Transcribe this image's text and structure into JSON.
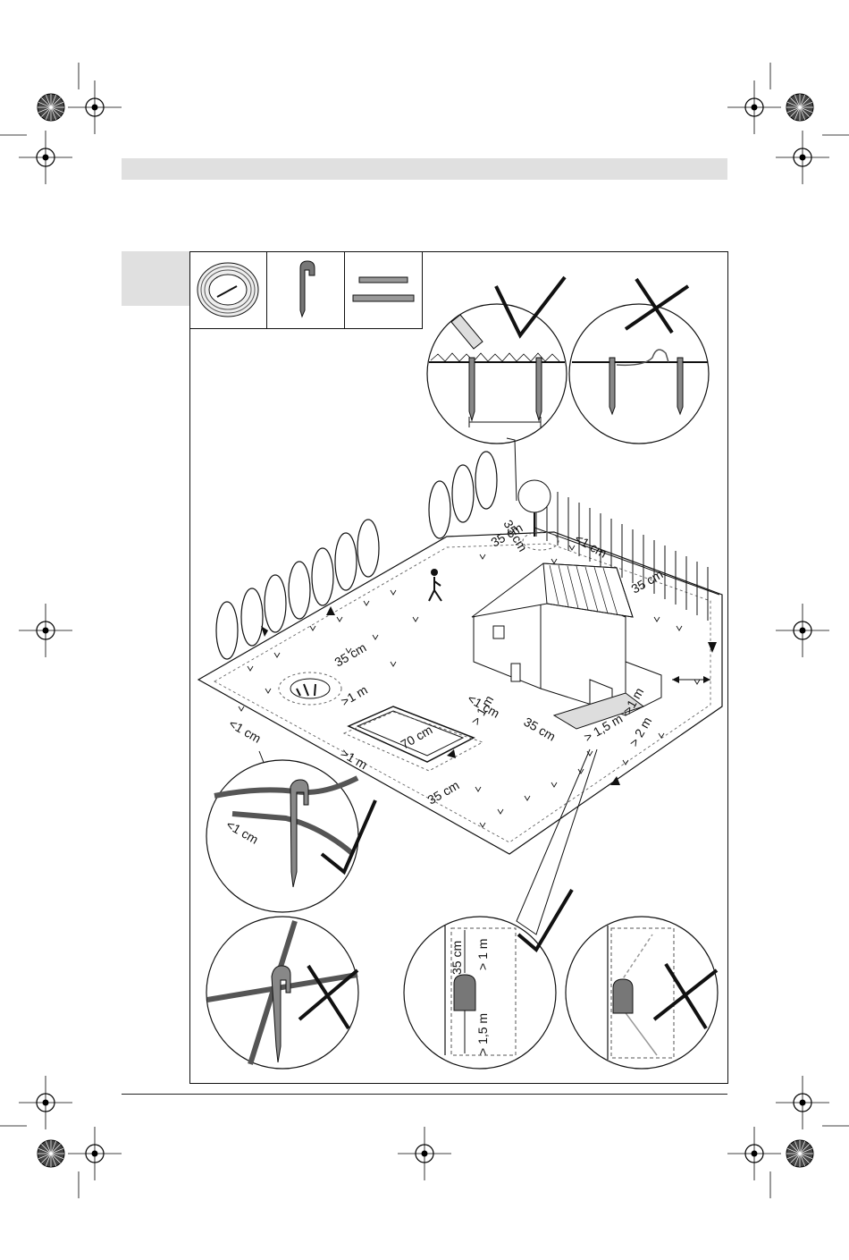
{
  "page": {
    "header_bar_color": "#e0e0e0",
    "side_tab_color": "#e0e0e0",
    "footer_rule_color": "#222222"
  },
  "accessories": [
    {
      "icon": "wire-spool-icon"
    },
    {
      "icon": "peg-icon"
    },
    {
      "icon": "ruler-icon"
    }
  ],
  "measurements": {
    "m_35cm": "35 cm",
    "m_lt1cm": "<1 cm",
    "m_gt1m": ">1 m",
    "m_gt1m_sp": "> 1 m",
    "m_70cm": "70 cm",
    "m_gt15m": "> 1,5 m",
    "m_gt2m": "> 2 m"
  },
  "marks": {
    "correct": "checkmark-icon",
    "incorrect": "cross-icon"
  }
}
